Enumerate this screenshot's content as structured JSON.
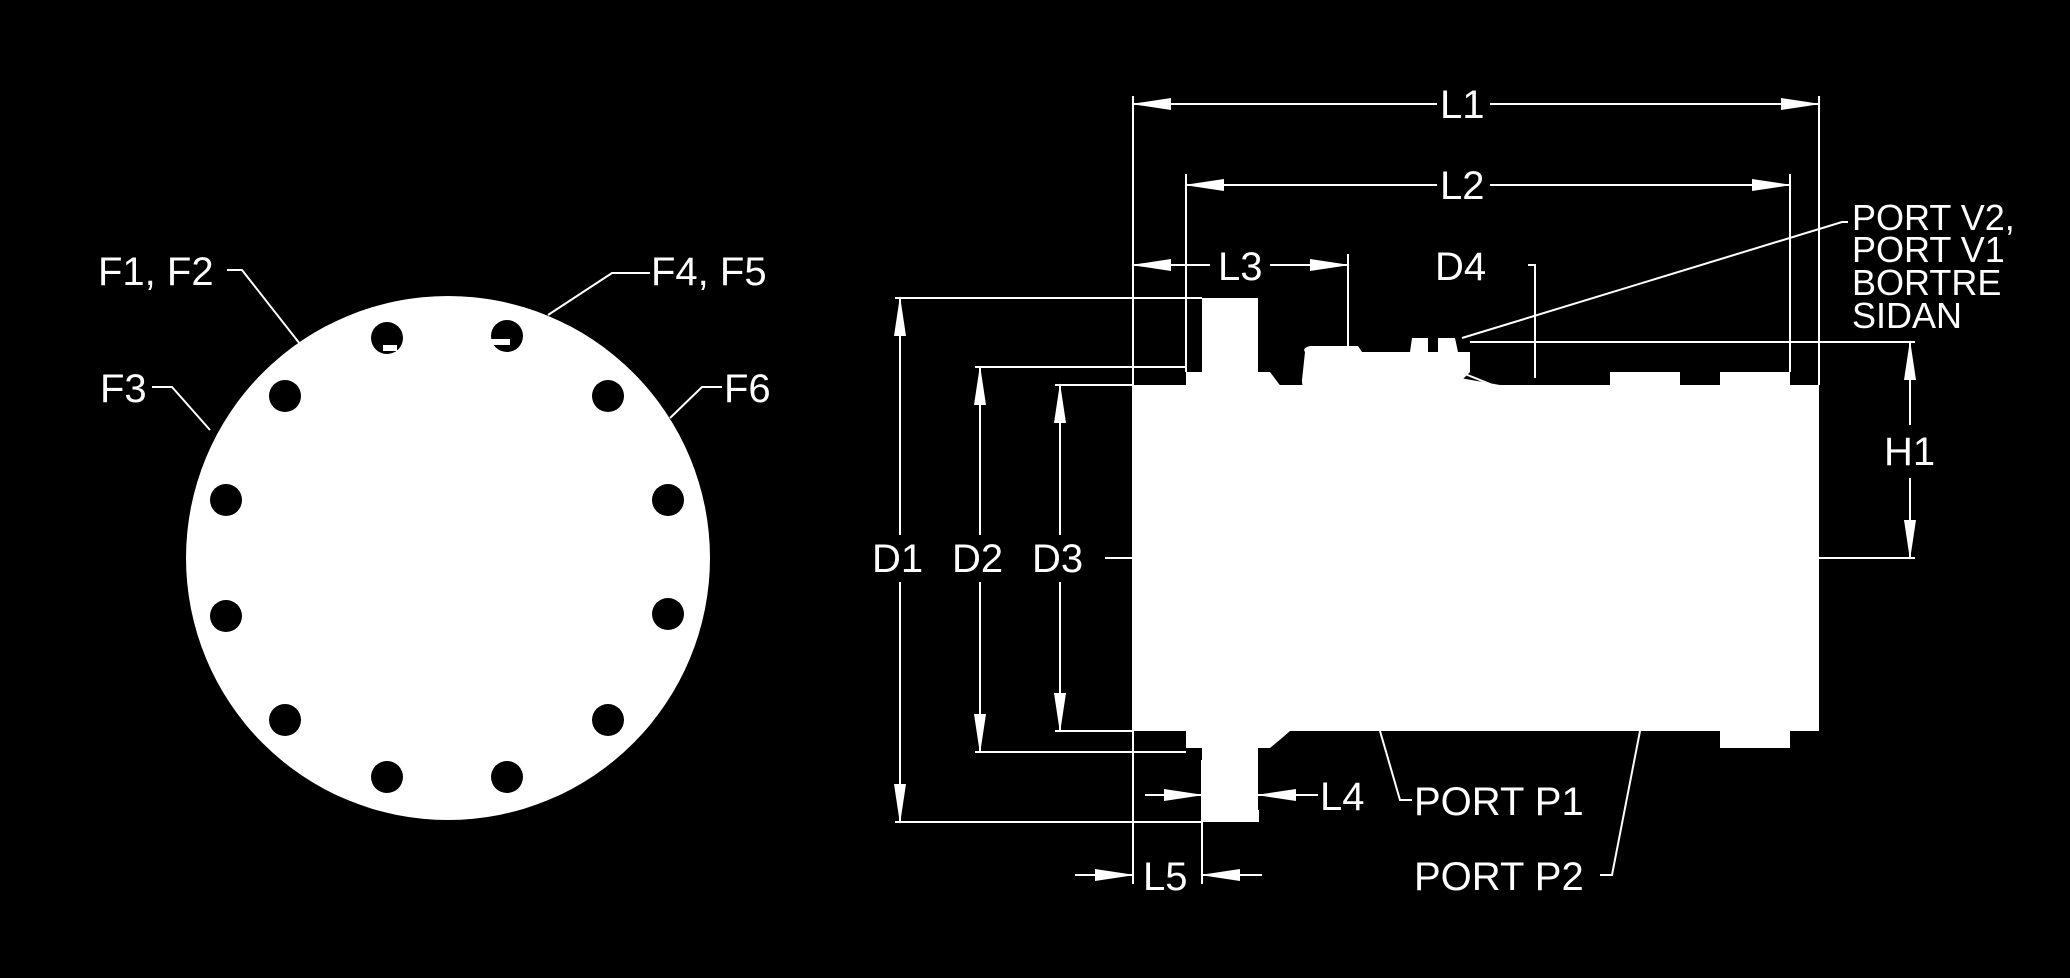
{
  "colors": {
    "background": "#000000",
    "part": "#ffffff",
    "lines": "#ffffff",
    "text": "#ffffff"
  },
  "end_view": {
    "labels": {
      "f1_f2": "F1, F2",
      "f4_f5": "F4, F5",
      "f3": "F3",
      "f6": "F6"
    }
  },
  "side_view": {
    "dimensions": {
      "l1": "L1",
      "l2": "L2",
      "l3": "L3",
      "l4": "L4",
      "l5": "L5",
      "d1": "D1",
      "d2": "D2",
      "d3": "D3",
      "d4": "D4",
      "h1": "H1"
    },
    "ports": {
      "v_line1": "PORT V2,",
      "v_line2": "PORT V1",
      "v_line3": "BORTRE",
      "v_line4": "SIDAN",
      "p1": "PORT P1",
      "p2": "PORT P2"
    }
  }
}
